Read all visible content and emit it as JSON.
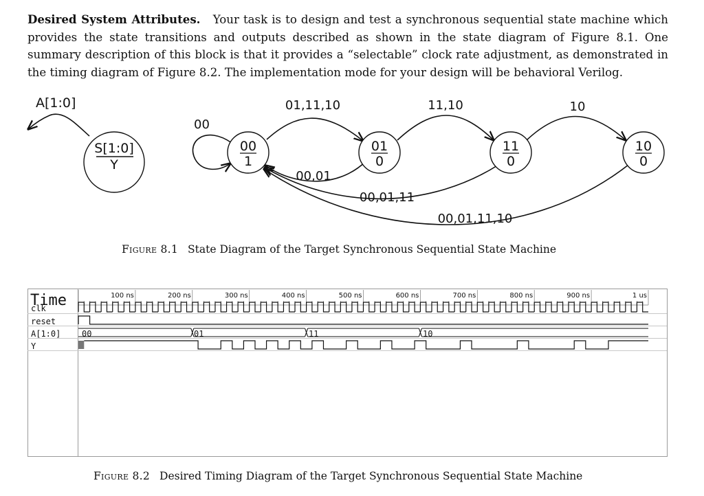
{
  "paragraph": {
    "heading": "Desired System Attributes.",
    "body": "Your task is to design and test a synchronous sequential state machine which provides the state transitions and outputs described as shown in the state diagram of Figure 8.1. One summary description of this block is that it provides a “selectable” clock rate adjustment, as demonstrated in the timing diagram of Figure 8.2. The implementation mode for your design will be behavioral Verilog."
  },
  "state_diagram": {
    "legend": {
      "input_label": "A[1:0]",
      "state_label": "S[1:0]",
      "output_label": "Y"
    },
    "states": [
      {
        "state": "00",
        "output": "1"
      },
      {
        "state": "01",
        "output": "0"
      },
      {
        "state": "11",
        "output": "0"
      },
      {
        "state": "10",
        "output": "0"
      }
    ],
    "transitions": {
      "self_loop_00": "00",
      "s00_to_s01": "01,11,10",
      "s01_to_s11": "11,10",
      "s11_to_s10": "10",
      "s01_to_s00": "00,01",
      "s11_to_s00": "00,01,11",
      "s10_to_s00": "00,01,11,10"
    },
    "caption_label": "Figure 8.1",
    "caption_text": "State Diagram of the Target Synchronous Sequential State Machine"
  },
  "timing_diagram": {
    "header": "Time",
    "time_ticks": [
      "100 ns",
      "200 ns",
      "300 ns",
      "400 ns",
      "500 ns",
      "600 ns",
      "700 ns",
      "800 ns",
      "900 ns",
      "1 us"
    ],
    "signals": [
      {
        "name": "clk"
      },
      {
        "name": "reset"
      },
      {
        "name": "A[1:0]",
        "values": [
          "00",
          "01",
          "11",
          "10"
        ]
      },
      {
        "name": "Y"
      }
    ],
    "caption_label": "Figure 8.2",
    "caption_text": "Desired Timing Diagram of the Target Synchronous Sequential State Machine"
  }
}
